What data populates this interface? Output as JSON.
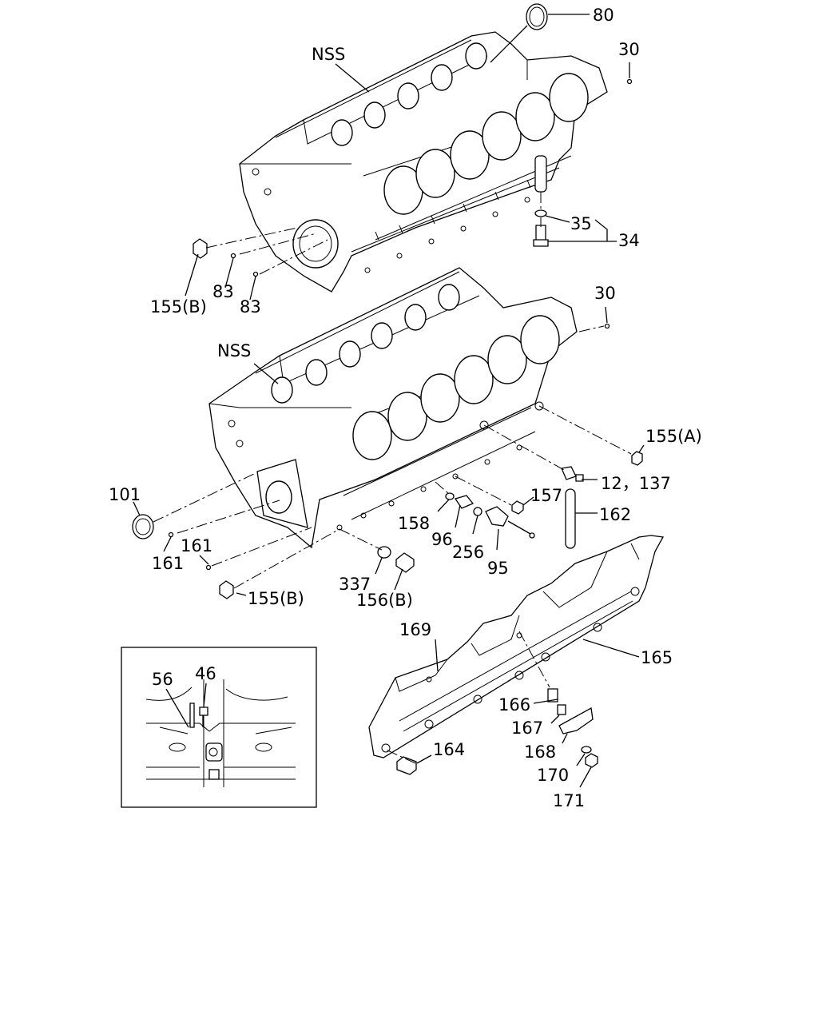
{
  "diagram": {
    "labels": {
      "l80": "80",
      "l30_top": "30",
      "nss_top": "NSS",
      "l35": "35",
      "l34": "34",
      "l155b_top": "155(B)",
      "l83_a": "83",
      "l83_b": "83",
      "l30_mid": "30",
      "nss_mid": "NSS",
      "l155a": "155(A)",
      "l12_137": "12，137",
      "l157": "157",
      "l162": "162",
      "l101": "101",
      "l158": "158",
      "l96": "96",
      "l256": "256",
      "l95": "95",
      "l161_a": "161",
      "l161_b": "161",
      "l337": "337",
      "l156b": "156(B)",
      "l155b_mid": "155(B)",
      "l169": "169",
      "l165": "165",
      "l56": "56",
      "l46": "46",
      "l166": "166",
      "l167": "167",
      "l168": "168",
      "l170": "170",
      "l171": "171",
      "l164": "164"
    }
  }
}
